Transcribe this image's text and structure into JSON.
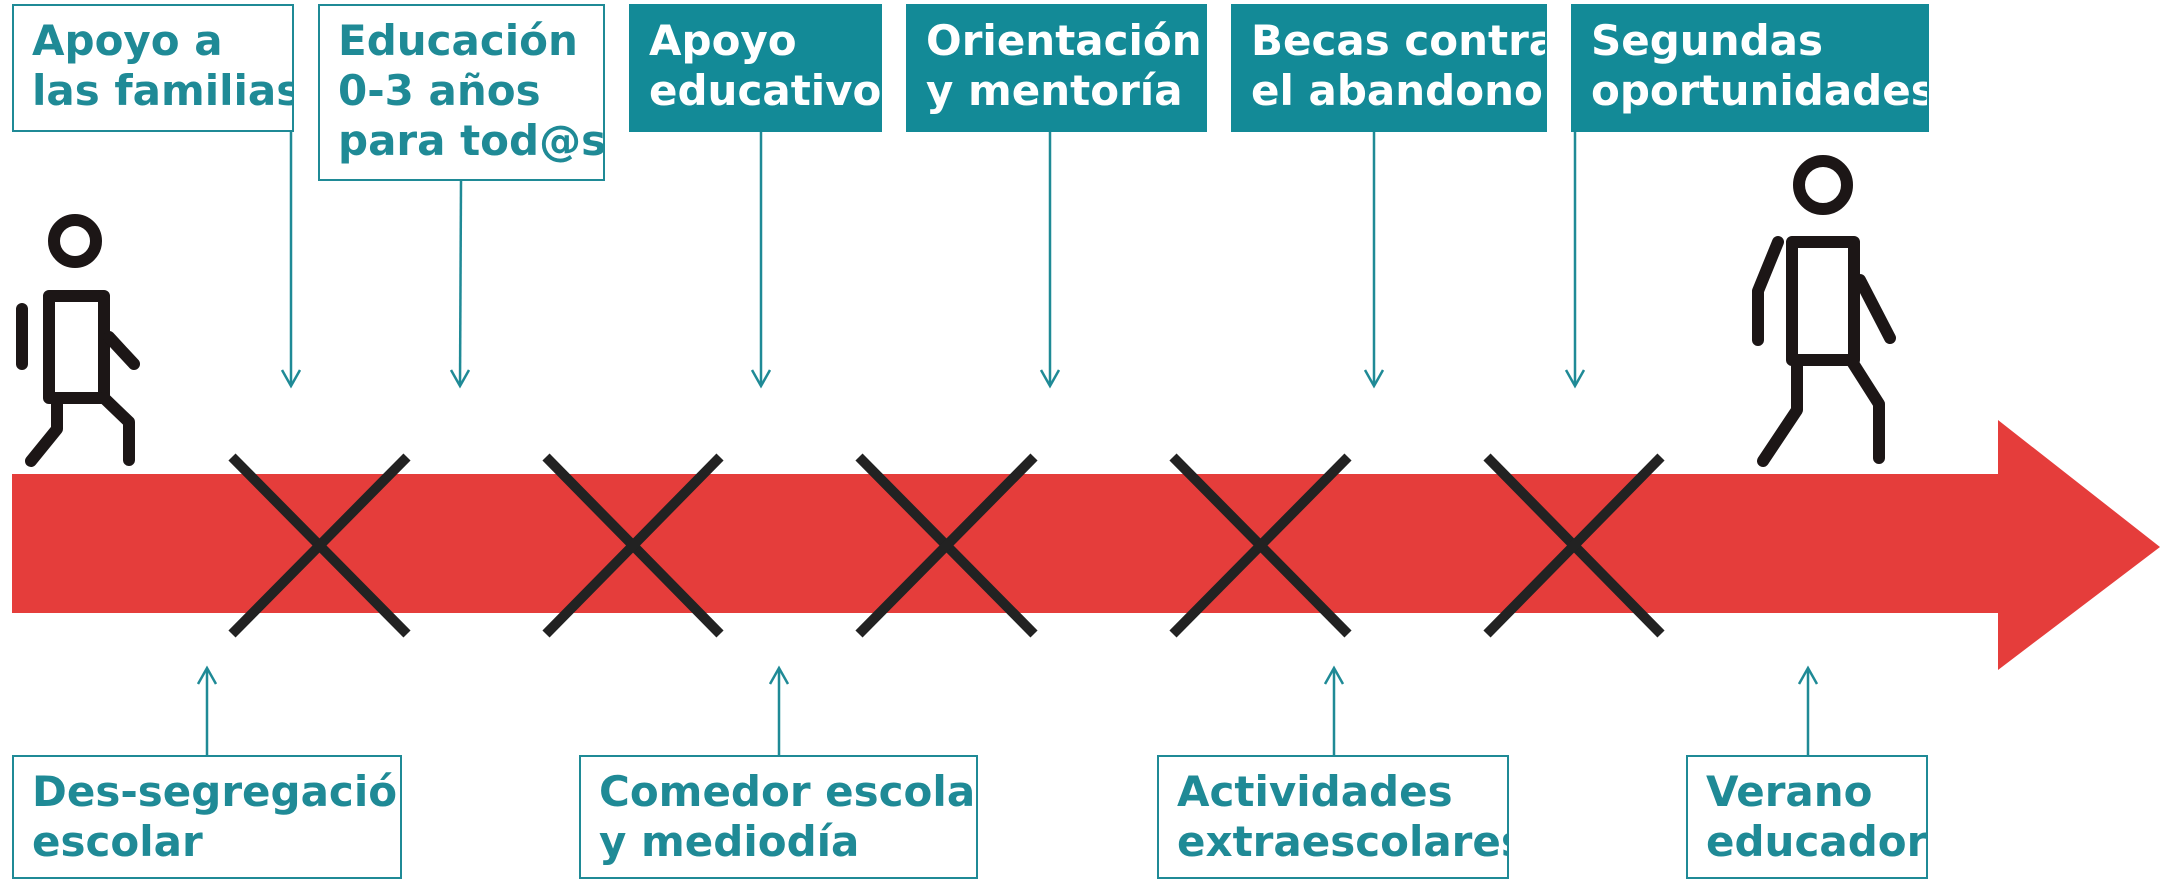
{
  "colors": {
    "teal": "#1f8a96",
    "teal_fill": "#138a97",
    "arrow_red": "#e53d3b",
    "cross": "#222222",
    "figure": "#1c1616"
  },
  "top_labels": [
    {
      "line1": "Apoyo a",
      "line2": "las familias",
      "line3": "",
      "style": "outline"
    },
    {
      "line1": "Educación",
      "line2": "0-3 años",
      "line3": "para tod@s",
      "style": "outline"
    },
    {
      "line1": "Apoyo",
      "line2": "educativo",
      "line3": "",
      "style": "filled"
    },
    {
      "line1": "Orientación",
      "line2": "y mentoría",
      "line3": "",
      "style": "filled"
    },
    {
      "line1": "Becas contra",
      "line2": "el abandono",
      "line3": "",
      "style": "filled"
    },
    {
      "line1": "Segundas",
      "line2": "oportunidades",
      "line3": "",
      "style": "filled"
    }
  ],
  "bottom_labels": [
    {
      "line1": "Des-segregación",
      "line2": "escolar"
    },
    {
      "line1": "Comedor escolar",
      "line2": "y mediodía"
    },
    {
      "line1": "Actividades",
      "line2": "extraescolares"
    },
    {
      "line1": "Verano",
      "line2": "educador"
    }
  ],
  "figures": [
    "person-start-icon",
    "person-end-icon"
  ],
  "barriers": 5
}
